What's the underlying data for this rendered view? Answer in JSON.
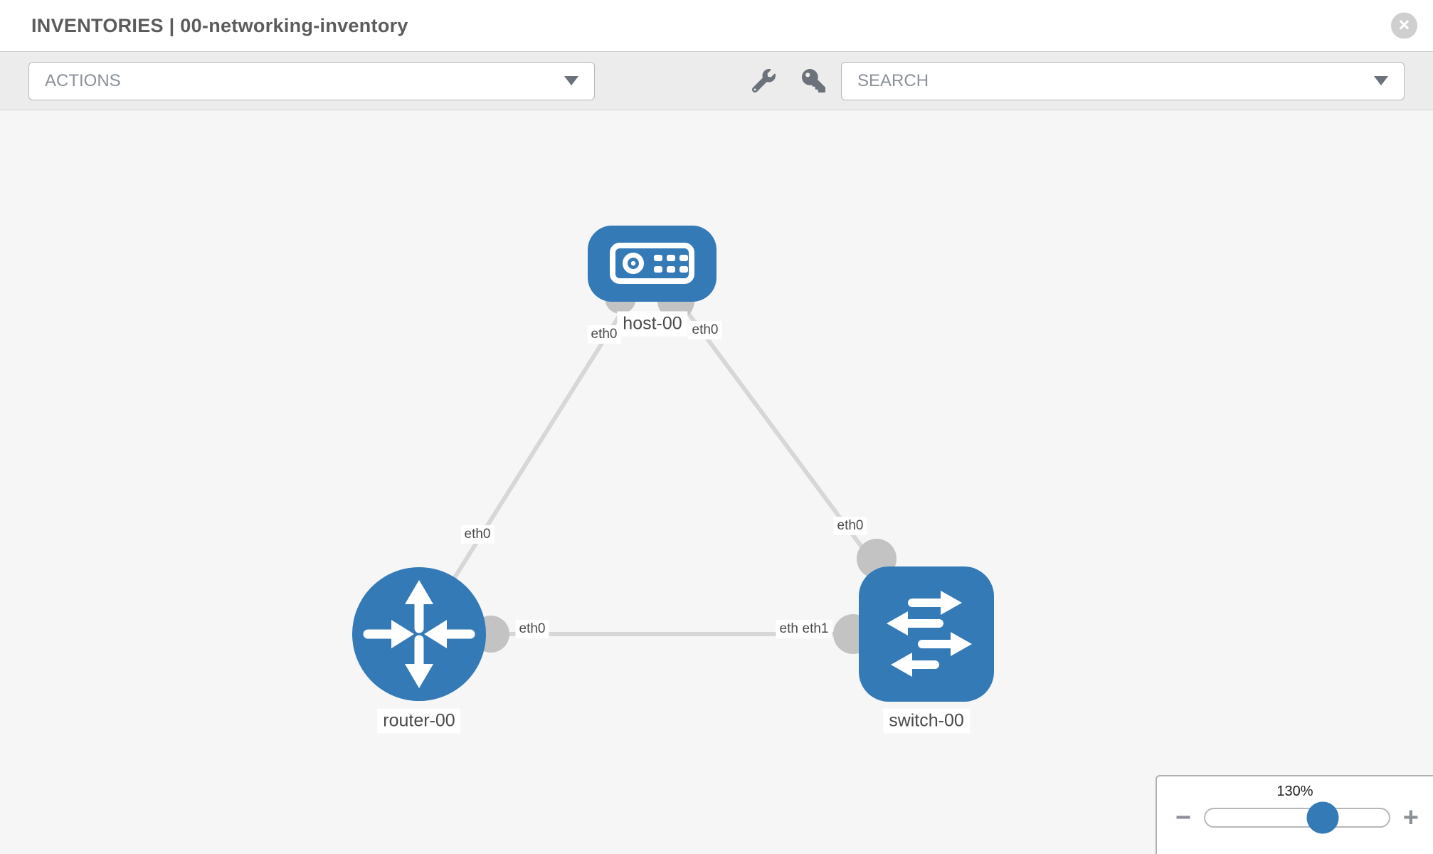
{
  "header": {
    "title": "INVENTORIES | 00-networking-inventory",
    "close_glyph": "✕"
  },
  "toolbar": {
    "actions_label": "ACTIONS",
    "search_placeholder": "SEARCH"
  },
  "icons": {
    "close": "close-icon",
    "wrench": "wrench-icon",
    "key": "key-icon",
    "caret": "caret-down-icon",
    "minus": "minus-icon",
    "plus": "plus-icon"
  },
  "topology": {
    "nodes": [
      {
        "id": "host-00",
        "label": "host-00",
        "type": "host"
      },
      {
        "id": "router-00",
        "label": "router-00",
        "type": "router"
      },
      {
        "id": "switch-00",
        "label": "switch-00",
        "type": "switch"
      }
    ],
    "links": [
      {
        "from": "host-00",
        "from_interface": "eth0",
        "to": "router-00",
        "to_interface": "eth0"
      },
      {
        "from": "host-00",
        "from_interface": "eth0",
        "to": "switch-00",
        "to_interface": "eth0"
      },
      {
        "from": "router-00",
        "from_interface": "eth0",
        "to": "switch-00",
        "to_interface": "eth1",
        "to_interface_overlapped": "eth0"
      }
    ],
    "interface_labels": {
      "host_left": "eth0",
      "host_right": "eth0",
      "router_top": "eth0",
      "router_right": "eth0",
      "switch_top": "eth0",
      "switch_left_back": "eth0",
      "switch_left_front": "eth1"
    }
  },
  "zoom_control": {
    "level": "130%",
    "minus_glyph": "−",
    "plus_glyph": "+"
  },
  "colors": {
    "node_blue": "#337ab7",
    "link_gray": "#d7d7d7",
    "port_gray": "#c3c3c3",
    "canvas_bg": "#f6f6f6",
    "toolbar_bg": "#ececec",
    "control_border": "#b7b7b7",
    "control_text": "#8b9199",
    "icon_gray": "#6b727c",
    "title_text": "#5c5c5c",
    "slider_thumb": "#337ab7"
  }
}
